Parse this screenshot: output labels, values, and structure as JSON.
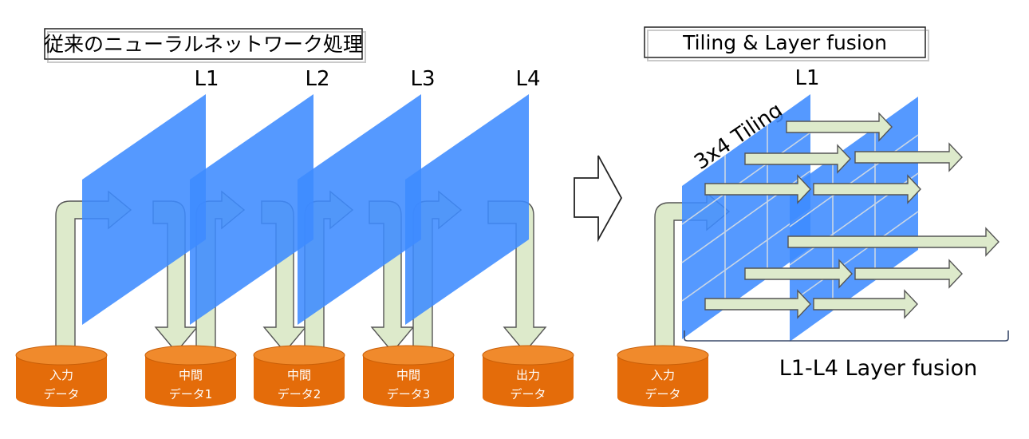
{
  "left_section": {
    "title": "従来のニューラルネットワーク処理",
    "layer_labels": [
      "L1",
      "L2",
      "L3",
      "L4"
    ],
    "databases": [
      {
        "line1": "入力",
        "line2": "データ"
      },
      {
        "line1": "中間",
        "line2": "データ1"
      },
      {
        "line1": "中間",
        "line2": "データ2"
      },
      {
        "line1": "中間",
        "line2": "データ3"
      },
      {
        "line1": "出力",
        "line2": "データ"
      }
    ]
  },
  "right_section": {
    "title": "Tiling & Layer fusion",
    "layer_label": "L1",
    "tiling_label": "3x4 Tiling",
    "database": {
      "line1": "入力",
      "line2": "データ"
    },
    "fusion_label": "L1-L4 Layer fusion"
  },
  "colors": {
    "plane": "#3d8bff",
    "database": "#e46c0a",
    "database_top": "#f08a2c",
    "arrow_fill": "#ddeacb",
    "arrow_stroke": "#555555"
  }
}
